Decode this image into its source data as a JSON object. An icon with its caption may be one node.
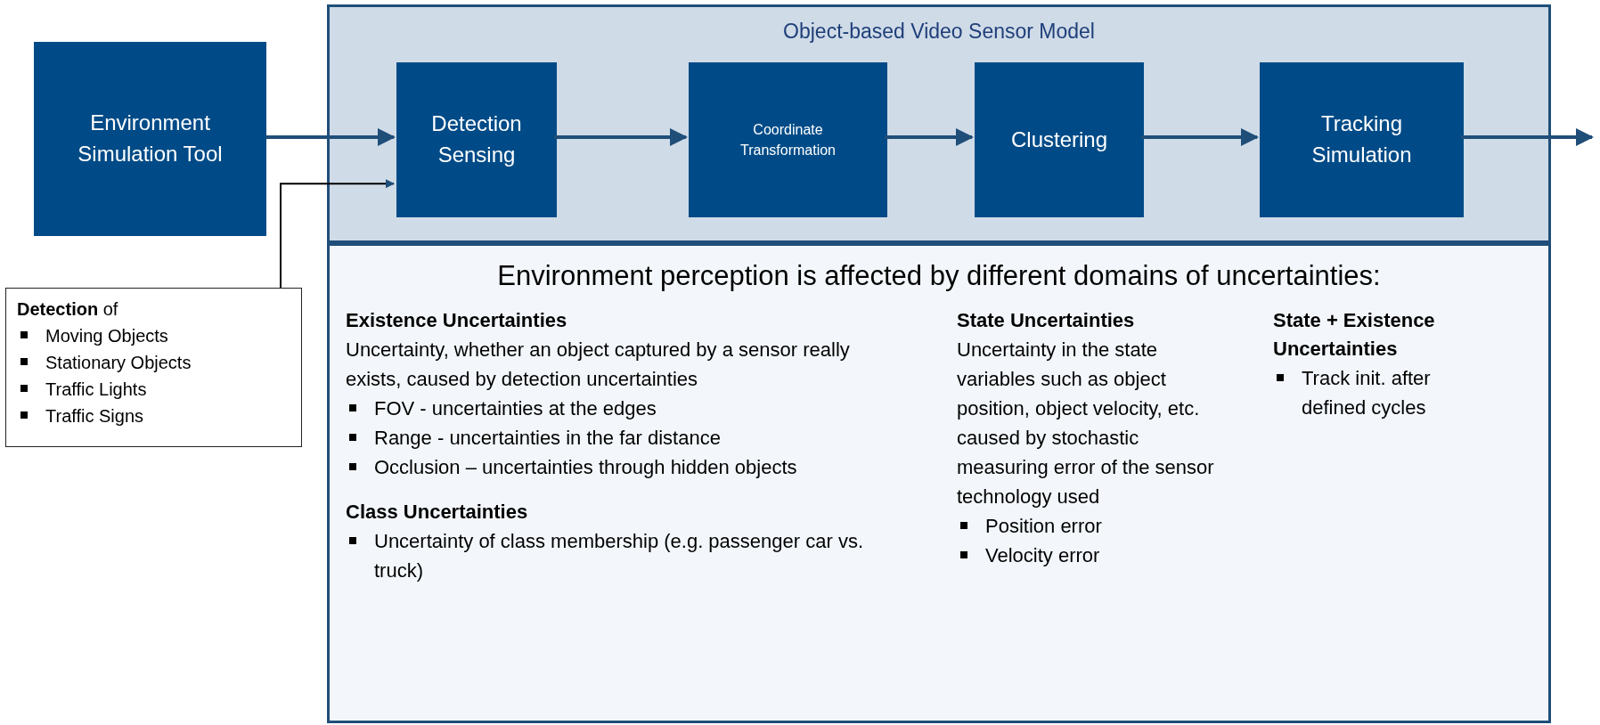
{
  "diagram": {
    "nodes": [
      {
        "text": [
          "Environment Simulation Tool"
        ]
      },
      {
        "text": [
          "Object-based Video Sensor Model"
        ]
      },
      {
        "text": [
          "Detection Sensing"
        ],
        "in": 1
      },
      {
        "text": [
          "Coordinate Transformation"
        ],
        "in": 1
      },
      {
        "text": [
          "Clustering"
        ],
        "in": 1
      },
      {
        "text": [
          "Tracking Simulation"
        ],
        "in": 1
      },
      {
        "text": [
          "**Detection** of",
          "Moving Objects",
          "Stationary Objects",
          "Traffic Lights",
          "Traffic Signs"
        ]
      },
      {
        "text": [
          "Environment perception is affected by different domains of uncertainties:",
          "Existence Uncertainties",
          "Uncertainty, whether an object captured by a sensor really exists, caused by detection uncertainties",
          "FOV - uncertainties at the edges",
          "Range - uncertainties in the far distance",
          "Occlusion – uncertainties through hidden objects",
          "Class Uncertainties",
          "Uncertainty of class membership (e.g. passenger car vs. truck)",
          "State Uncertainties",
          "Uncertainty in the state variables such as object position, object velocity, etc. caused by stochastic measuring error of the sensor technology used",
          "Position error",
          "Velocity error",
          "State + Existence Uncertainties",
          "Track init. after defined cycles"
        ]
      }
    ],
    "edges": [
      {
        "from": 0,
        "to": 2,
        "arrow": "to"
      },
      {
        "from": 2,
        "to": 3,
        "arrow": "to"
      },
      {
        "from": 3,
        "to": 4,
        "arrow": "to"
      },
      {
        "from": 4,
        "to": 5,
        "arrow": "to"
      },
      {
        "from": 5,
        "to": null,
        "arrow": "to"
      },
      {
        "from": 6,
        "to": 2,
        "arrow": "to",
        "color": "#000000"
      }
    ]
  }
}
